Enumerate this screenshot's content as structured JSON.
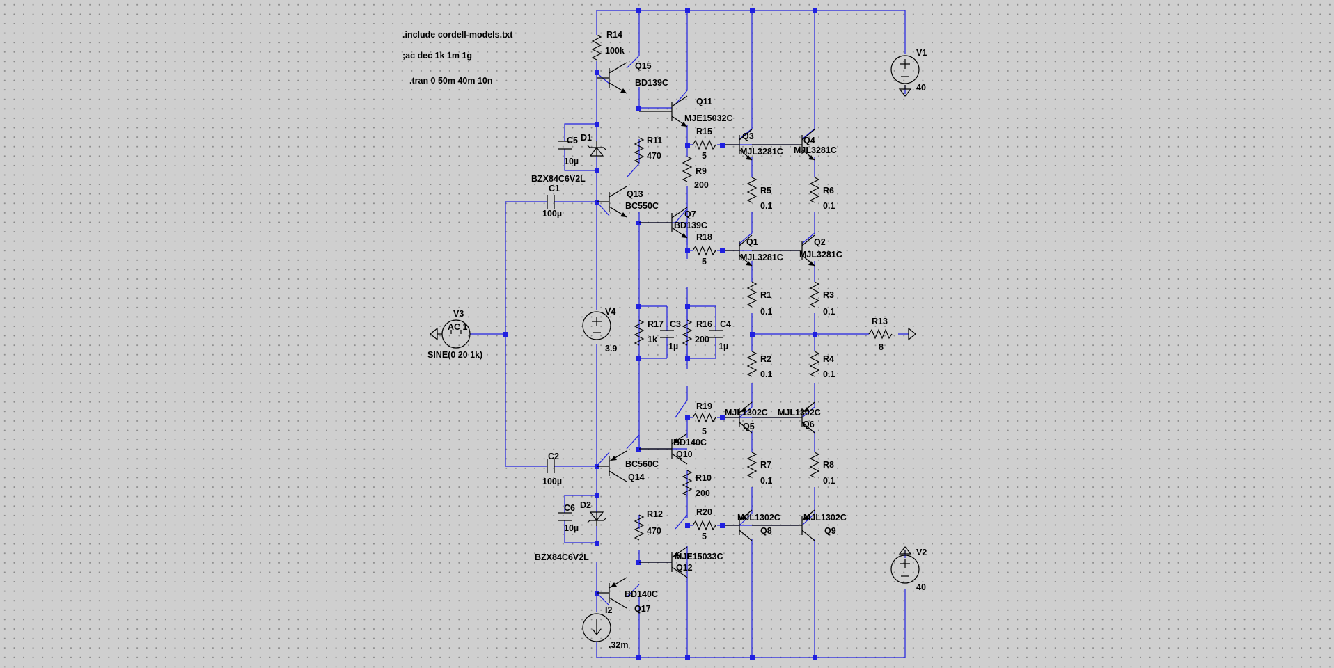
{
  "background_color": "#cfcfcf",
  "wire_color": "#2020e0",
  "component_color": "#000000",
  "directives": [
    ".include cordell-models.txt",
    ";ac dec 1k 1m 1g",
    ".tran 0 50m 40m 10n"
  ],
  "sources": [
    {
      "ref": "V1",
      "value": "40"
    },
    {
      "ref": "V2",
      "value": "40"
    },
    {
      "ref": "V3",
      "value": "AC 1",
      "value2": "SINE(0 20 1k)"
    },
    {
      "ref": "V4",
      "value": "3.9"
    },
    {
      "ref": "I2",
      "value": ".32m"
    }
  ],
  "resistors": [
    {
      "ref": "R1",
      "value": "0.1"
    },
    {
      "ref": "R2",
      "value": "0.1"
    },
    {
      "ref": "R3",
      "value": "0.1"
    },
    {
      "ref": "R4",
      "value": "0.1"
    },
    {
      "ref": "R5",
      "value": "0.1"
    },
    {
      "ref": "R6",
      "value": "0.1"
    },
    {
      "ref": "R7",
      "value": "0.1"
    },
    {
      "ref": "R8",
      "value": "0.1"
    },
    {
      "ref": "R9",
      "value": "200"
    },
    {
      "ref": "R10",
      "value": "200"
    },
    {
      "ref": "R11",
      "value": "470"
    },
    {
      "ref": "R12",
      "value": "470"
    },
    {
      "ref": "R13",
      "value": "8"
    },
    {
      "ref": "R14",
      "value": "100k"
    },
    {
      "ref": "R15",
      "value": "5"
    },
    {
      "ref": "R16",
      "value": "200"
    },
    {
      "ref": "R17",
      "value": "1k"
    },
    {
      "ref": "R18",
      "value": "5"
    },
    {
      "ref": "R19",
      "value": "5"
    },
    {
      "ref": "R20",
      "value": "5"
    }
  ],
  "capacitors": [
    {
      "ref": "C1",
      "value": "100µ"
    },
    {
      "ref": "C2",
      "value": "100µ"
    },
    {
      "ref": "C3",
      "value": "1µ"
    },
    {
      "ref": "C4",
      "value": "1µ"
    },
    {
      "ref": "C5",
      "value": "10µ"
    },
    {
      "ref": "C6",
      "value": "10µ"
    }
  ],
  "diodes": [
    {
      "ref": "D1",
      "value": "BZX84C6V2L"
    },
    {
      "ref": "D2",
      "value": "BZX84C6V2L"
    }
  ],
  "transistors": [
    {
      "ref": "Q1",
      "model": "MJL3281C",
      "type": "NPN"
    },
    {
      "ref": "Q2",
      "model": "MJL3281C",
      "type": "NPN"
    },
    {
      "ref": "Q3",
      "model": "MJL3281C",
      "type": "NPN"
    },
    {
      "ref": "Q4",
      "model": "MJL3281C",
      "type": "NPN"
    },
    {
      "ref": "Q5",
      "model": "MJL1302C",
      "type": "PNP"
    },
    {
      "ref": "Q6",
      "model": "MJL1302C",
      "type": "PNP"
    },
    {
      "ref": "Q7",
      "model": "BD139C",
      "type": "NPN"
    },
    {
      "ref": "Q8",
      "model": "MJL1302C",
      "type": "PNP"
    },
    {
      "ref": "Q9",
      "model": "MJL1302C",
      "type": "PNP"
    },
    {
      "ref": "Q10",
      "model": "BD140C",
      "type": "PNP"
    },
    {
      "ref": "Q11",
      "model": "MJE15032C",
      "type": "NPN"
    },
    {
      "ref": "Q12",
      "model": "MJE15033C",
      "type": "PNP"
    },
    {
      "ref": "Q13",
      "model": "BC550C",
      "type": "NPN"
    },
    {
      "ref": "Q14",
      "model": "BC560C",
      "type": "PNP"
    },
    {
      "ref": "Q15",
      "model": "BD139C",
      "type": "NPN"
    },
    {
      "ref": "Q17",
      "model": "BD140C",
      "type": "PNP"
    }
  ]
}
